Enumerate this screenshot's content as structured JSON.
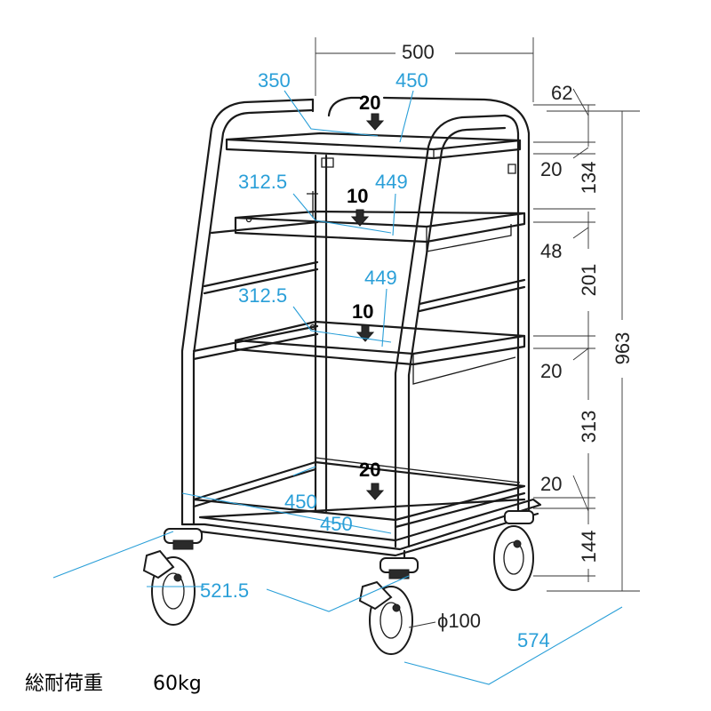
{
  "dimensions": {
    "width_top": "500",
    "shelf1_depth": "350",
    "shelf1_width": "450",
    "shelf2_depth": "312.5",
    "shelf2_width": "449",
    "shelf3_depth": "312.5",
    "shelf3_width": "449",
    "base_depth": "450",
    "base_width": "450",
    "overall_depth": "521.5",
    "overall_width": "574",
    "caster_diameter": "ϕ100",
    "overall_height": "963",
    "top_gap": "62",
    "shelf_thickness_1": "20",
    "space_1": "134",
    "bracket_48": "48",
    "space_2": "201",
    "shelf_thickness_2": "20",
    "space_3": "313",
    "shelf_thickness_3": "20",
    "bottom_144": "144"
  },
  "loads": {
    "top_shelf": "20",
    "middle_shelf": "10",
    "lower_shelf": "10",
    "base_shelf": "20"
  },
  "caption": {
    "label": "総耐荷重",
    "value": "60kg"
  }
}
